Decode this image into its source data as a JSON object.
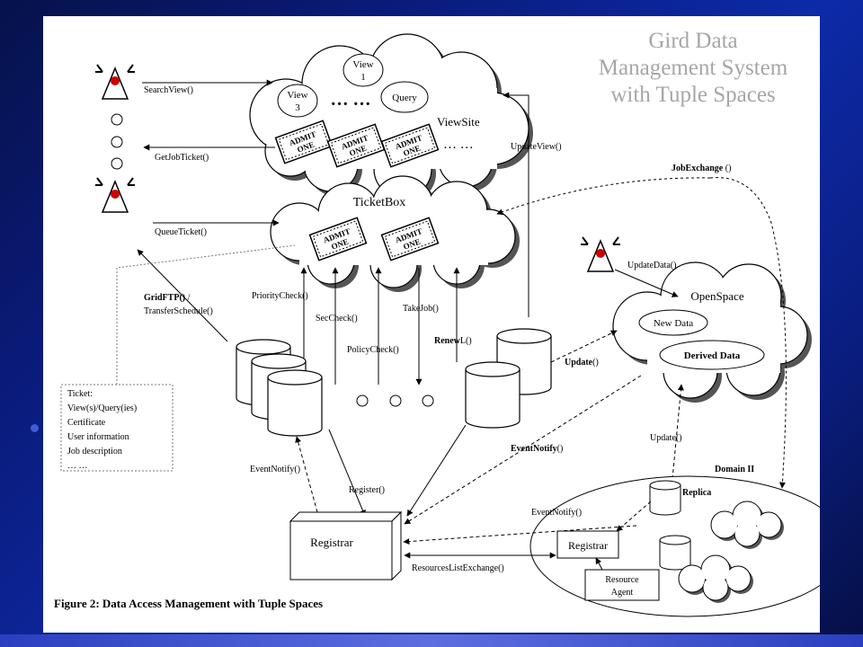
{
  "slide_title": [
    "Gird Data",
    "Management System",
    "with Tuple Spaces"
  ],
  "clouds": {
    "viewsite": "ViewSite",
    "ticketbox": "TicketBox",
    "openspace": "OpenSpace"
  },
  "views": {
    "view1": [
      "View",
      "1"
    ],
    "view3": [
      "View",
      "3"
    ],
    "query": "Query",
    "dots": "… …",
    "more": "… …"
  },
  "tickets": {
    "line1": "ADMIT",
    "line2": "ONE"
  },
  "data_boxes": {
    "new_data": "New Data",
    "derived_data": "Derived Data"
  },
  "ops": {
    "search_view": "SearchView()",
    "get_job_ticket": "GetJobTicket()",
    "queue_ticket": "QueueTicket()",
    "update_view": "UpdateView()",
    "job_exchange": "JobExchange",
    "job_exchange_parens": " ()",
    "update_data": "UpdateData()",
    "gridftp": "GridFTP()",
    "gridftp_slash": " /",
    "transfer_schedule": "TransferSchedule()",
    "priority_check": "PriorityCheck()",
    "sec_check": "SecCheck()",
    "take_job": "TakeJob()",
    "policy_check": "PolicyCheck()",
    "renew_bold": "Renew",
    "renew_rest": "L()",
    "update": "Update",
    "update_parens": "()",
    "event_notify_bold": "EventNotify",
    "event_notify_parens": "()",
    "update_plain": "Update()",
    "event_notify_left": "EventNotify()",
    "register": "Register()",
    "event_notify_domain": "EventNotify()",
    "resources_list_exchange": "ResourcesListExchange()"
  },
  "ticket_note": [
    "Ticket:",
    "View(s)/Query(ies)",
    "Certificate",
    "User information",
    "Job description",
    "… …"
  ],
  "domain": {
    "label": "Domain II",
    "replica": "Replica",
    "registrar": "Registrar",
    "resource_agent": [
      "Resource",
      "Agent"
    ]
  },
  "registrar_main": "Registrar",
  "caption": "Figure 2: Data Access Management with Tuple Spaces",
  "colors": {
    "background": "#0a1d7e",
    "title_gray": "#a6a6a6",
    "ink": "#000000"
  }
}
